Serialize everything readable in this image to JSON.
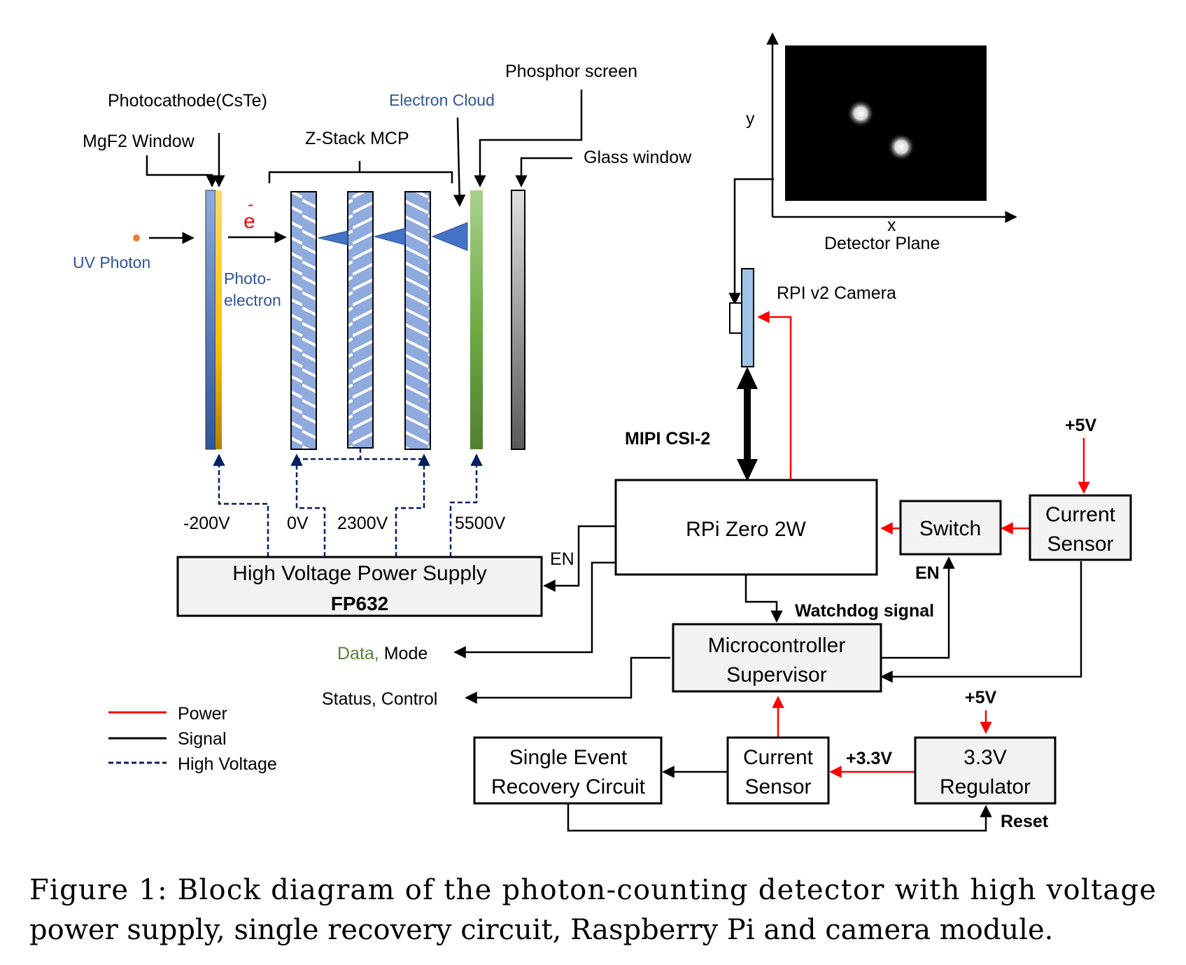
{
  "labels": {
    "photocathode": "Photocathode(CsTe)",
    "mgf2_window": "MgF2 Window",
    "zstack_mcp": "Z-Stack MCP",
    "electron_cloud": "Electron Cloud",
    "phosphor_screen": "Phosphor screen",
    "glass_window": "Glass window",
    "electron_symbol": "e",
    "electron_charge": "-",
    "uv_photon": "UV Photon",
    "photoelectron_line1": "Photo-",
    "photoelectron_line2": "electron",
    "axis_y": "y",
    "axis_x": "x",
    "detector_plane": "Detector Plane",
    "rpi_camera": "RPI v2 Camera",
    "mipi": "MIPI CSI-2",
    "plus5v_top": "+5V",
    "plus5v_bottom": "+5V",
    "plus33v": "+3.3V",
    "v_minus200": "-200V",
    "v_0": "0V",
    "v_2300": "2300V",
    "v_5500": "5500V",
    "en_left": "EN",
    "en_right": "EN",
    "watchdog": "Watchdog signal",
    "data_word": "Data,",
    "mode_word": " Mode",
    "status_control": "Status, Control",
    "reset": "Reset"
  },
  "blocks": {
    "hvps_line1": "High Voltage Power Supply",
    "hvps_line2": "FP632",
    "rpi_zero": "RPi Zero 2W",
    "switch": "Switch",
    "current_sensor_top_line1": "Current",
    "current_sensor_top_line2": "Sensor",
    "micro_line1": "Microcontroller",
    "micro_line2": "Supervisor",
    "ser_line1": "Single Event",
    "ser_line2": "Recovery Circuit",
    "current_sensor_bot_line1": "Current",
    "current_sensor_bot_line2": "Sensor",
    "reg_line1": "3.3V",
    "reg_line2": "Regulator"
  },
  "legend": {
    "power": "Power",
    "signal": "Signal",
    "high_voltage": "High Voltage"
  },
  "caption": {
    "line1": "Figure 1:  Block diagram of the photon-counting detector with high voltage",
    "line2": "power supply, single recovery circuit, Raspberry Pi and camera module."
  },
  "colors": {
    "power": "#ff0000",
    "signal": "#000000",
    "high_voltage": "#002060",
    "mcp_plate": "#8faadc",
    "phosphor": "#70ad47",
    "photocathode": "#ffc000",
    "accent_text": "#2f5597"
  }
}
